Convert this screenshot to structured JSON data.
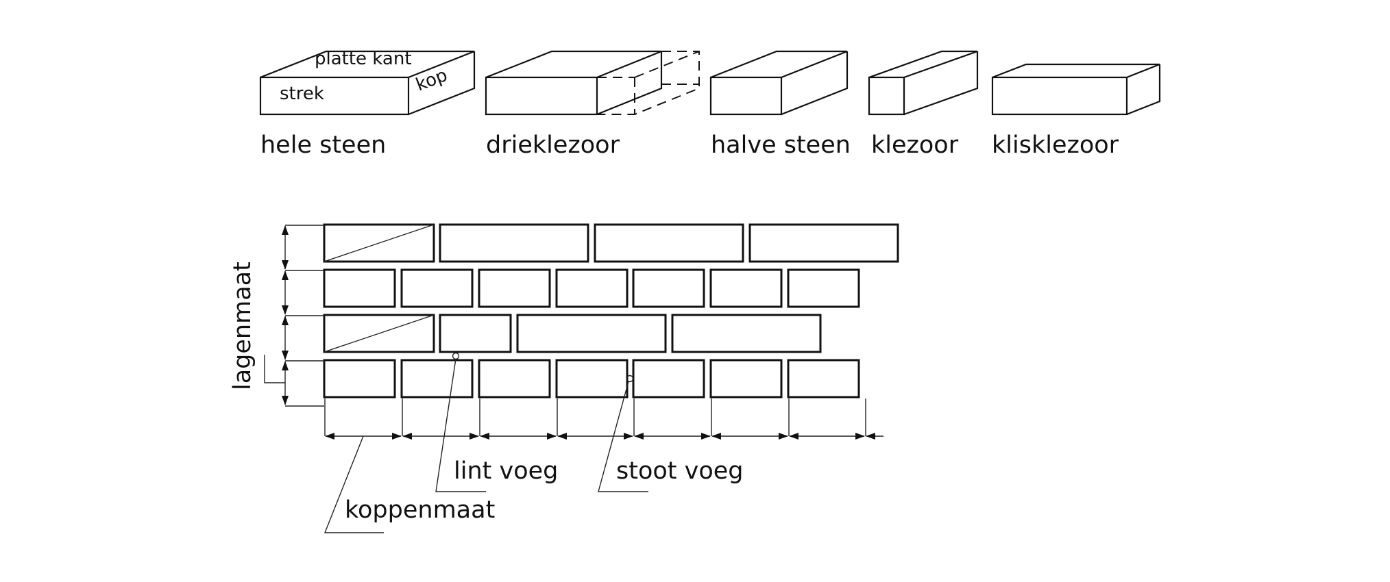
{
  "brick_types": [
    {
      "id": "hele-steen",
      "label": "hele steen"
    },
    {
      "id": "drieklezoor",
      "label": "drieklezoor"
    },
    {
      "id": "halve-steen",
      "label": "halve steen"
    },
    {
      "id": "klezoor",
      "label": "klezoor"
    },
    {
      "id": "klisklezoor",
      "label": "klisklezoor"
    }
  ],
  "face_labels": {
    "platte_kant": "platte kant",
    "strek": "strek",
    "kop": "kop"
  },
  "wall": {
    "courses": 4,
    "vertical_label": "lagenmaat",
    "labels": {
      "koppenmaat": "koppenmaat",
      "lint_voeg": "lint voeg",
      "stoot_voeg": "stoot voeg"
    }
  }
}
